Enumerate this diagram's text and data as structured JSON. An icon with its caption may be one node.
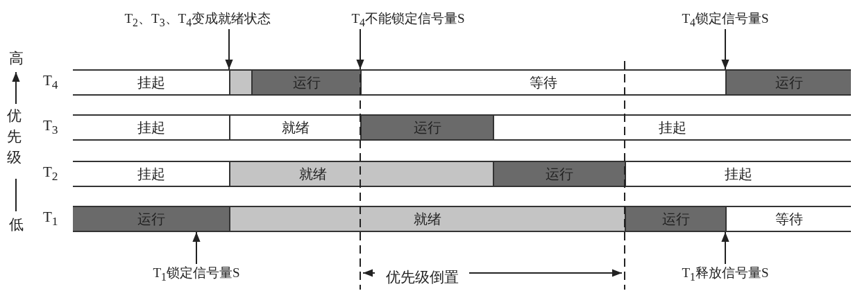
{
  "diagram": {
    "nodes": [
      {
        "text": [
          "T$_{2}$、T$_{3}$、T$_{4}$变成就绪状态"
        ]
      },
      {
        "text": [
          "T$_{4}$不能锁定信号量S"
        ]
      },
      {
        "text": [
          "T$_{4}$锁定信号量S"
        ]
      },
      {
        "text": [
          "挂起"
        ]
      },
      {
        "text": [],
        "shape": "bar"
      },
      {
        "text": [
          "运行"
        ]
      },
      {
        "text": [
          "等待"
        ]
      },
      {
        "text": [
          "运行"
        ]
      },
      {
        "text": [
          "挂起"
        ]
      },
      {
        "text": [
          "就绪"
        ]
      },
      {
        "text": [
          "运行"
        ]
      },
      {
        "text": [
          "挂起"
        ]
      },
      {
        "text": [
          "挂起"
        ]
      },
      {
        "text": [
          "就绪"
        ]
      },
      {
        "text": [
          "运行"
        ]
      },
      {
        "text": [
          "挂起"
        ]
      },
      {
        "text": [
          "运行"
        ]
      },
      {
        "text": [
          "就绪"
        ]
      },
      {
        "text": [
          "运行"
        ]
      },
      {
        "text": [
          "等待"
        ]
      },
      {
        "text": [
          "T$_{1}$锁定信号量S"
        ]
      },
      {
        "text": [
          "T$_{1}$释放信号量S"
        ]
      }
    ],
    "edges": [
      {
        "from": 0,
        "to": 4,
        "arrow": "to"
      },
      {
        "from": 1,
        "to": 5,
        "arrow": "to"
      },
      {
        "from": 2,
        "to": 7,
        "arrow": "to"
      },
      {
        "from": 20,
        "to": 16,
        "arrow": "to"
      },
      {
        "from": 21,
        "to": 18,
        "arrow": "to"
      }
    ],
    "labels": [
      "高",
      "T$_{4}$",
      "T$_{3}$",
      "优先级",
      "T$_{2}$",
      "T$_{1}$",
      "低",
      "优先级倒置"
    ]
  }
}
